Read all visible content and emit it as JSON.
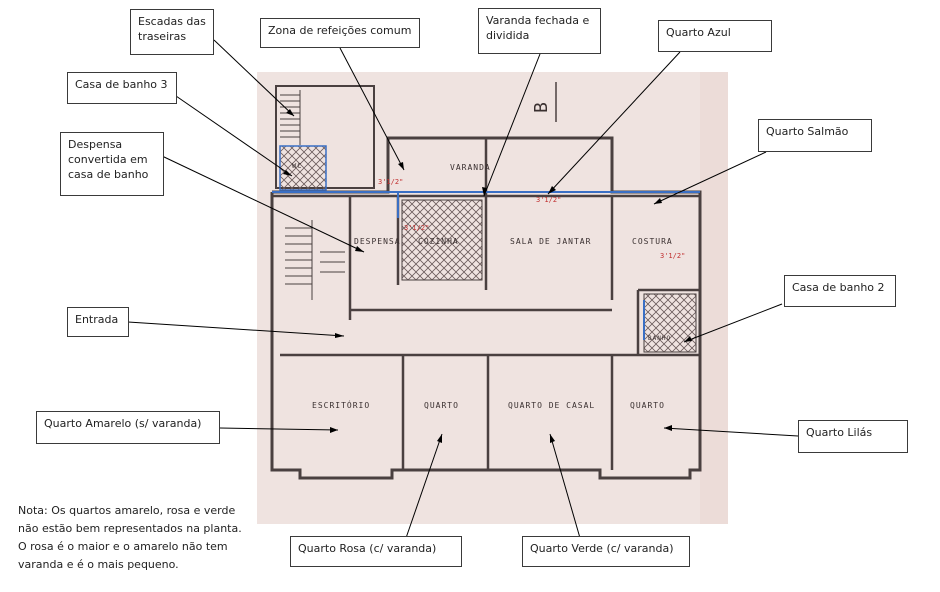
{
  "callouts": {
    "escadas": "Escadas das\ntraseiras",
    "zona": "Zona de refeições comum",
    "varanda_fechada": "Varanda  fechada e\ndividida",
    "quarto_azul": "Quarto Azul",
    "casa_banho_3": "Casa de banho 3",
    "quarto_salmao": "Quarto Salmão",
    "despensa": "Despensa\nconvertida em\ncasa de banho",
    "casa_banho_2": "Casa de banho 2",
    "entrada": "Entrada",
    "quarto_amarelo": "Quarto Amarelo (s/ varanda)",
    "quarto_lilas": "Quarto Lilás",
    "quarto_rosa": "Quarto Rosa (c/ varanda)",
    "quarto_verde": "Quarto Verde (c/ varanda)"
  },
  "note": "Nota: Os quartos amarelo, rosa e verde não estão bem representados na planta. O rosa é o maior e o amarelo não tem varanda e é o mais pequeno.",
  "plan_labels": {
    "varanda": "VARANDA",
    "despensa": "DESPENSA",
    "cozinha": "COZINHA",
    "sala": "SALA DE JANTAR",
    "costura": "COSTURA",
    "escritorio": "ESCRITÓRIO",
    "quarto1": "QUARTO",
    "quarto_casal": "QUARTO DE CASAL",
    "quarto2": "QUARTO",
    "banho2": "BANHO",
    "banho3": "WC",
    "north": "B",
    "dim1": "3'1/2\"",
    "dim2": "3'1/2\"",
    "dim3": "3'1/2\"",
    "dim4": "3'1/2\""
  },
  "colors": {
    "paper": "#efe3e0",
    "wall": "#4a4040",
    "blue_line": "#3a6fc4",
    "red_note": "#c03030"
  }
}
